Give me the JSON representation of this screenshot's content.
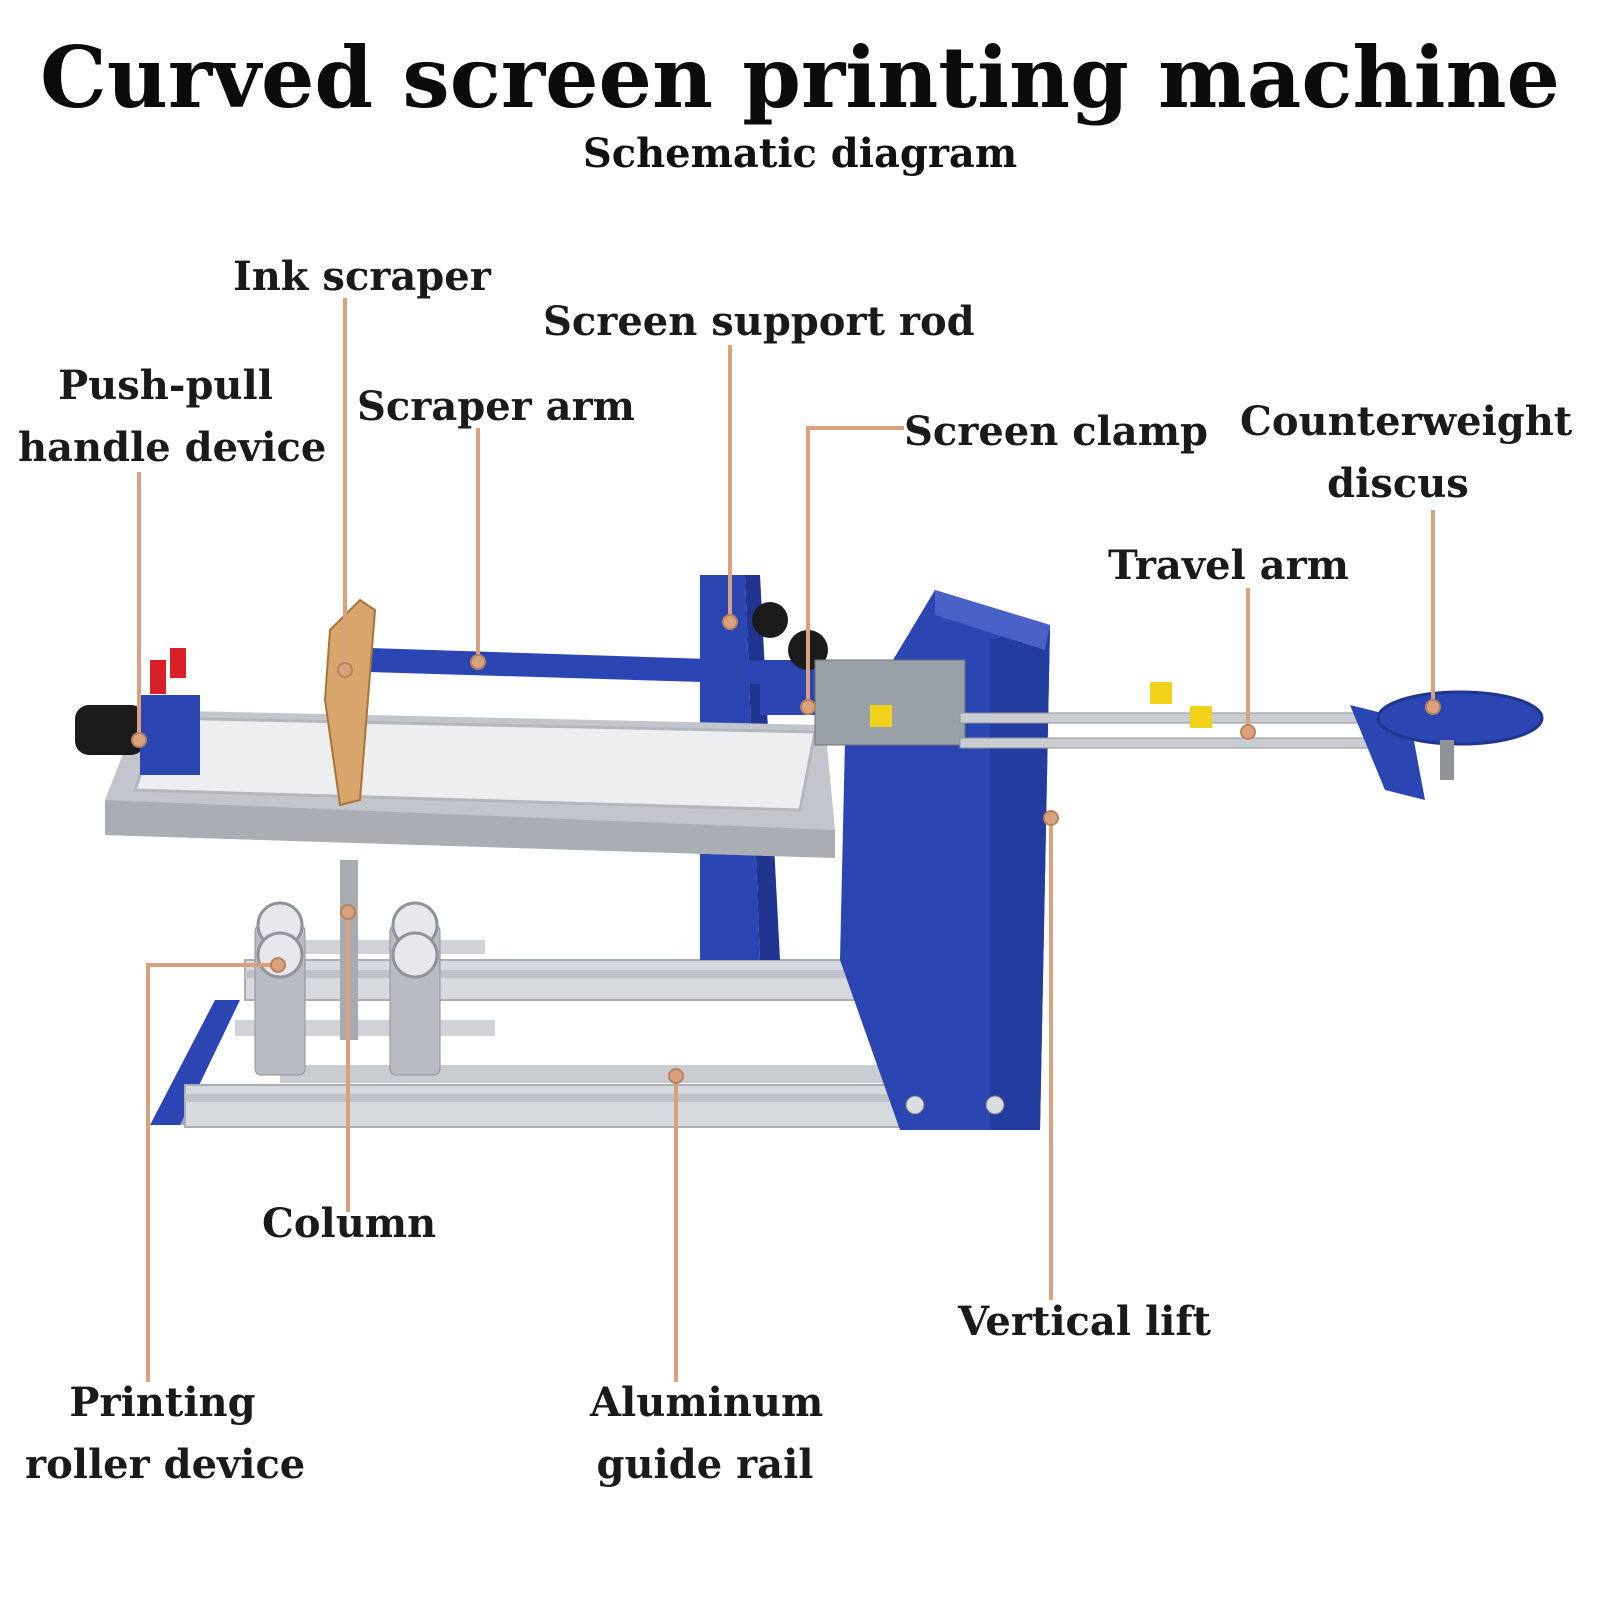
{
  "title": "Curved screen printing machine",
  "subtitle": "Schematic diagram",
  "colors": {
    "machine_blue": "#2b45b3",
    "leader_line": "#d9a27c",
    "frame_gray": "#cfd2d6",
    "text": "#1a1a1a"
  },
  "labels": {
    "ink_scraper": "Ink scraper",
    "screen_support_rod": "Screen support rod",
    "push_pull_line1": "Push-pull",
    "push_pull_line2": "handle device",
    "scraper_arm": "Scraper arm",
    "screen_clamp": "Screen clamp",
    "counterweight_line1": "Counterweight",
    "counterweight_line2": "discus",
    "travel_arm": "Travel arm",
    "column": "Column",
    "vertical_lift": "Vertical lift",
    "printing_roller_line1": "Printing",
    "printing_roller_line2": "roller device",
    "aluminum_line1": "Aluminum",
    "aluminum_line2": "guide rail"
  }
}
